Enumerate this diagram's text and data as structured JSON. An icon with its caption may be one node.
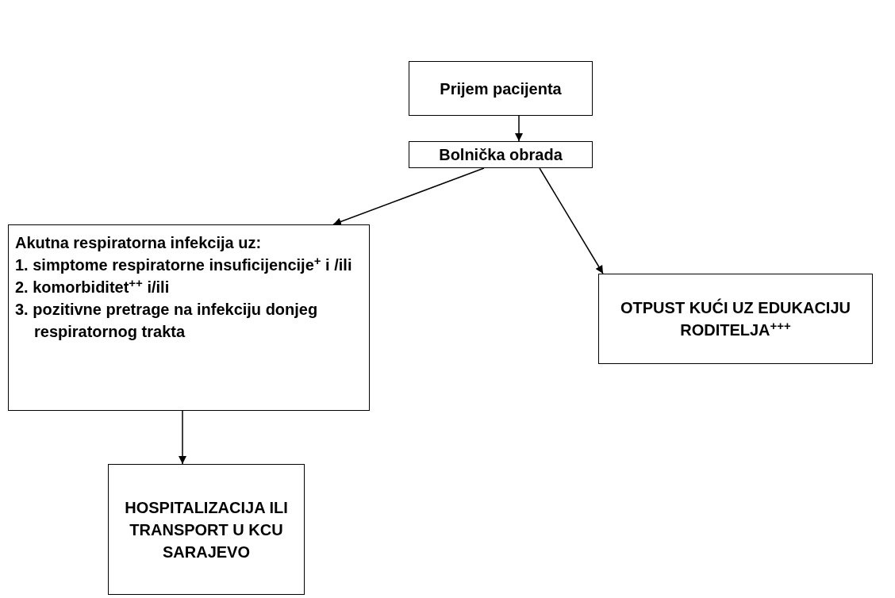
{
  "diagram": {
    "nodes": [
      {
        "text": [
          "Prijem pacijenta"
        ]
      },
      {
        "text": [
          "Bolnička obrada"
        ]
      },
      {
        "text": [
          "Akutna respiratorna infekcija uz:",
          "1. simptome respiratorne insuficijencije$^{+}$ i /ili",
          "2. komorbiditet$^{++}$ i/ili",
          "3. pozitivne pretrage na infekciju donjeg respiratornog trakta"
        ]
      },
      {
        "text": [
          "OTPUST KUĆI UZ EDUKACIJU RODITELJA$^{+++}$"
        ]
      },
      {
        "text": [
          "HOSPITALIZACIJA ILI TRANSPORT U KCU SARAJEVO"
        ]
      }
    ],
    "edges": [
      {
        "from": 0,
        "to": 1,
        "arrow": "to"
      },
      {
        "from": 1,
        "to": 2,
        "arrow": "to"
      },
      {
        "from": 1,
        "to": 3,
        "arrow": "to"
      },
      {
        "from": 2,
        "to": 4,
        "arrow": "to"
      }
    ]
  }
}
